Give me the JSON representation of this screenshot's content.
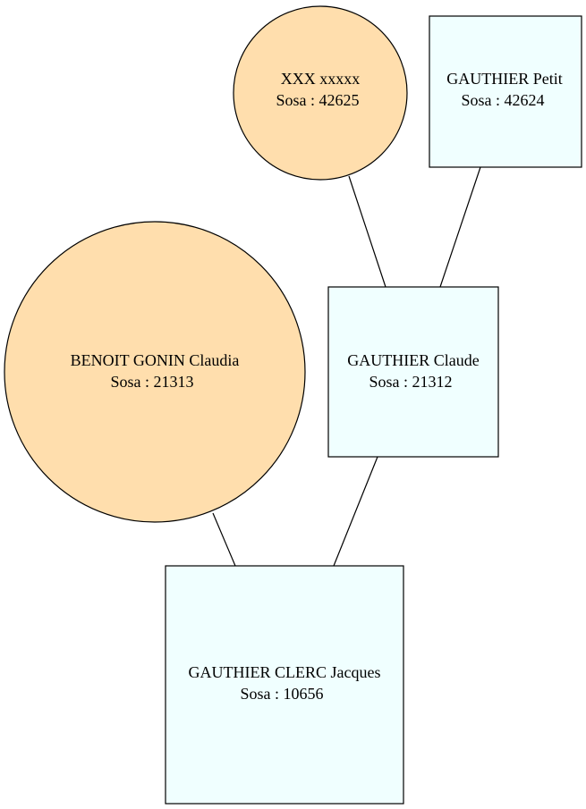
{
  "colors": {
    "female_fill": "#FFDEAD",
    "male_fill": "#F0FFFF",
    "stroke": "#000000",
    "background": "#FFFFFF"
  },
  "nodes": {
    "xxx": {
      "name": "XXX xxxxx",
      "sosa": "Sosa : 42625",
      "sex": "female"
    },
    "petit": {
      "name": "GAUTHIER Petit",
      "sosa": "Sosa : 42624",
      "sex": "male"
    },
    "claudia": {
      "name": "BENOIT GONIN Claudia",
      "sosa": "Sosa : 21313",
      "sex": "female"
    },
    "claude": {
      "name": "GAUTHIER Claude",
      "sosa": "Sosa : 21312",
      "sex": "male"
    },
    "jacques": {
      "name": "GAUTHIER CLERC Jacques",
      "sosa": "Sosa : 10656",
      "sex": "male"
    }
  },
  "edges": [
    {
      "from": "xxx",
      "to": "claude"
    },
    {
      "from": "petit",
      "to": "claude"
    },
    {
      "from": "claudia",
      "to": "jacques"
    },
    {
      "from": "claude",
      "to": "jacques"
    }
  ]
}
